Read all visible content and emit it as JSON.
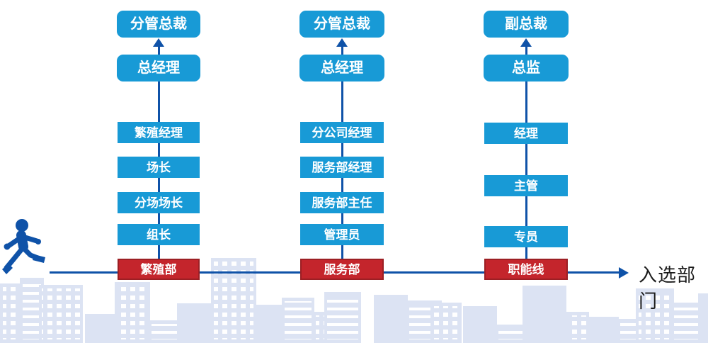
{
  "diagram": {
    "axis_label": "入选部门",
    "columns": [
      {
        "executive_levels": [
          "分管总裁",
          "总经理"
        ],
        "path_levels": [
          "繁殖经理",
          "场长",
          "分场场长",
          "组长"
        ],
        "department": "繁殖部"
      },
      {
        "executive_levels": [
          "分管总裁",
          "总经理"
        ],
        "path_levels": [
          "分公司经理",
          "服务部经理",
          "服务部主任",
          "管理员"
        ],
        "department": "服务部"
      },
      {
        "executive_levels": [
          "副总裁",
          "总监"
        ],
        "path_levels": [
          "经理",
          "主管",
          "专员"
        ],
        "department": "职能线"
      }
    ]
  },
  "icons": {
    "figure": "walking-person-icon",
    "up_arrow": "arrow-up-icon",
    "right_arrow": "arrow-right-icon"
  },
  "colors": {
    "box_blue": "#189AD6",
    "line_blue": "#0F52A8",
    "department_red": "#C4252C",
    "department_red_border": "#9C1F24",
    "axis_text": "#1B1B1B",
    "skyline_base": "#DCE3F3",
    "skyline_window": "#FFFFFF"
  }
}
